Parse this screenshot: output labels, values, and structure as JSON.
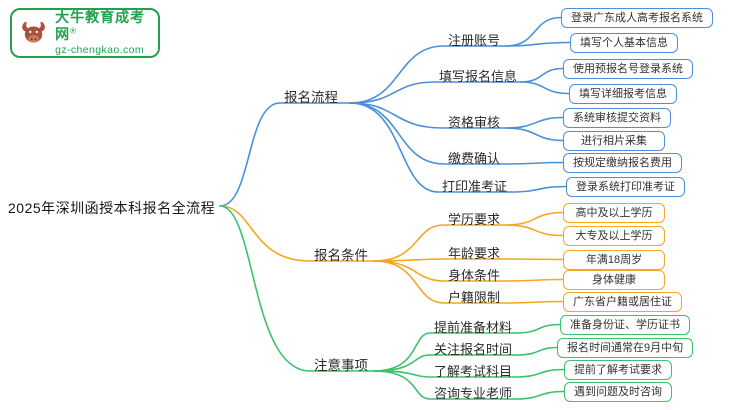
{
  "logo": {
    "title": "大牛教育成考网",
    "reg": "®",
    "site": "gz-chengkao.com"
  },
  "root": {
    "label": "2025年深圳函授本科报名全流程"
  },
  "colors": {
    "blue": "#4a90d9",
    "orange": "#f5a623",
    "green": "#3cc16e",
    "logo_green": "#21a14d",
    "bull": "#a8543c"
  },
  "branches": [
    {
      "label": "报名流程",
      "color": "#4a90d9",
      "children": [
        {
          "label": "注册账号",
          "leaves": [
            "登录广东成人高考报名系统",
            "填写个人基本信息"
          ]
        },
        {
          "label": "填写报名信息",
          "leaves": [
            "使用预报名号登录系统",
            "填写详细报考信息"
          ]
        },
        {
          "label": "资格审核",
          "leaves": [
            "系统审核提交资料",
            "进行相片采集"
          ]
        },
        {
          "label": "缴费确认",
          "leaves": [
            "按规定缴纳报名费用"
          ]
        },
        {
          "label": "打印准考证",
          "leaves": [
            "登录系统打印准考证"
          ]
        }
      ]
    },
    {
      "label": "报名条件",
      "color": "#f5a623",
      "children": [
        {
          "label": "学历要求",
          "leaves": [
            "高中及以上学历",
            "大专及以上学历"
          ]
        },
        {
          "label": "年龄要求",
          "leaves": [
            "年满18周岁"
          ]
        },
        {
          "label": "身体条件",
          "leaves": [
            "身体健康"
          ]
        },
        {
          "label": "户籍限制",
          "leaves": [
            "广东省户籍或居住证"
          ]
        }
      ]
    },
    {
      "label": "注意事项",
      "color": "#3cc16e",
      "children": [
        {
          "label": "提前准备材料",
          "leaves": [
            "准备身份证、学历证书"
          ]
        },
        {
          "label": "关注报名时间",
          "leaves": [
            "报名时间通常在9月中旬"
          ]
        },
        {
          "label": "了解考试科目",
          "leaves": [
            "提前了解考试要求"
          ]
        },
        {
          "label": "咨询专业老师",
          "leaves": [
            "遇到问题及时咨询"
          ]
        }
      ]
    }
  ]
}
